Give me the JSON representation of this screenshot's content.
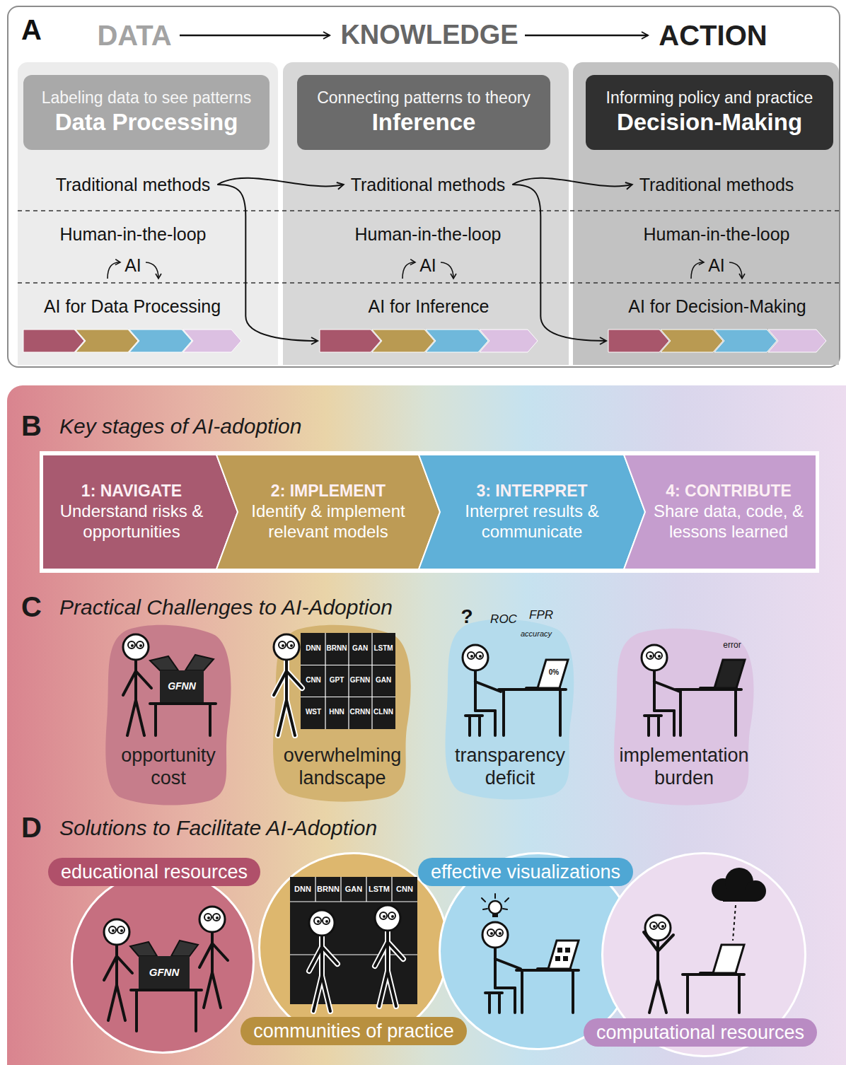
{
  "diagram": {
    "nodes": [
      {
        "text": [
          "A"
        ]
      },
      {
        "text": [
          "Human-in-the-loop",
          "AI"
        ],
        "in": 0
      },
      {
        "text": [
          "Labeling data to see patterns",
          "Data Processing"
        ],
        "in": 1
      },
      {
        "text": [
          "Traditional methods"
        ],
        "in": 1
      },
      {
        "text": [
          "AI for Data Processing"
        ],
        "in": 1
      },
      {
        "text": [
          "Human-in-the-loop",
          "AI"
        ],
        "in": 0
      },
      {
        "text": [
          "Connecting patterns to theory",
          "Inference"
        ],
        "in": 5
      },
      {
        "text": [
          "Traditional methods"
        ],
        "in": 5
      },
      {
        "text": [
          "AI for Inference"
        ],
        "in": 5
      },
      {
        "text": [
          "Human-in-the-loop",
          "AI"
        ],
        "in": 0
      },
      {
        "text": [
          "Informing policy and practice",
          "Decision-Making"
        ],
        "in": 9
      },
      {
        "text": [
          "Traditional methods"
        ],
        "in": 9
      },
      {
        "text": [
          "AI for Decision-Making"
        ],
        "in": 9
      },
      {
        "text": [
          "B",
          "Key stages of AI-adoption",
          "C",
          "Practical Challenges to AI-Adoption",
          "D",
          "Solutions to Facilitate AI-Adoption"
        ]
      },
      {
        "text": [
          "1: NAVIGATE",
          "Understand risks & opportunities"
        ],
        "in": 13
      },
      {
        "text": [
          "2: IMPLEMENT",
          "Identify & implement relevant models"
        ],
        "in": 13
      },
      {
        "text": [
          "3: INTERPRET",
          "Interpret results & communicate"
        ],
        "in": 13
      },
      {
        "text": [
          "4: CONTRIBUTE",
          "Share data, code, & lessons learned"
        ],
        "in": 13
      },
      {
        "text": [
          "opportunity cost"
        ],
        "in": 13
      },
      {
        "text": [
          "overwhelming landscape"
        ],
        "in": 13
      },
      {
        "text": [
          "transparency deficit"
        ],
        "in": 13
      },
      {
        "text": [
          "implementation burden"
        ],
        "in": 13
      },
      {
        "text": [
          "educational resources"
        ],
        "in": 13
      },
      {
        "text": [
          "communities of practice"
        ],
        "in": 13
      },
      {
        "text": [
          "effective visualizations"
        ],
        "in": 13
      },
      {
        "text": [
          "computational resources"
        ],
        "in": 13
      }
    ],
    "edges": [
      {
        "from": 3,
        "to": 7,
        "arrow": "to"
      },
      {
        "from": 3,
        "to": 8,
        "arrow": "to"
      },
      {
        "from": 7,
        "to": 11,
        "arrow": "to"
      },
      {
        "from": 7,
        "to": 12,
        "arrow": "to"
      }
    ],
    "labels": [
      "DATA",
      "KNOWLEDGE",
      "ACTION",
      "GFNN",
      "DNN",
      "BRNN",
      "GAN",
      "LSTM",
      "CNN",
      "GPT",
      "GFNN",
      "GAN",
      "WST",
      "HNN",
      "CRNN",
      "CLNN",
      "?",
      "ROC",
      "FPR",
      "accuracy",
      "0%",
      "error",
      "GFNN",
      "DNN",
      "BRNN",
      "GAN",
      "LSTM",
      "CNN"
    ]
  }
}
